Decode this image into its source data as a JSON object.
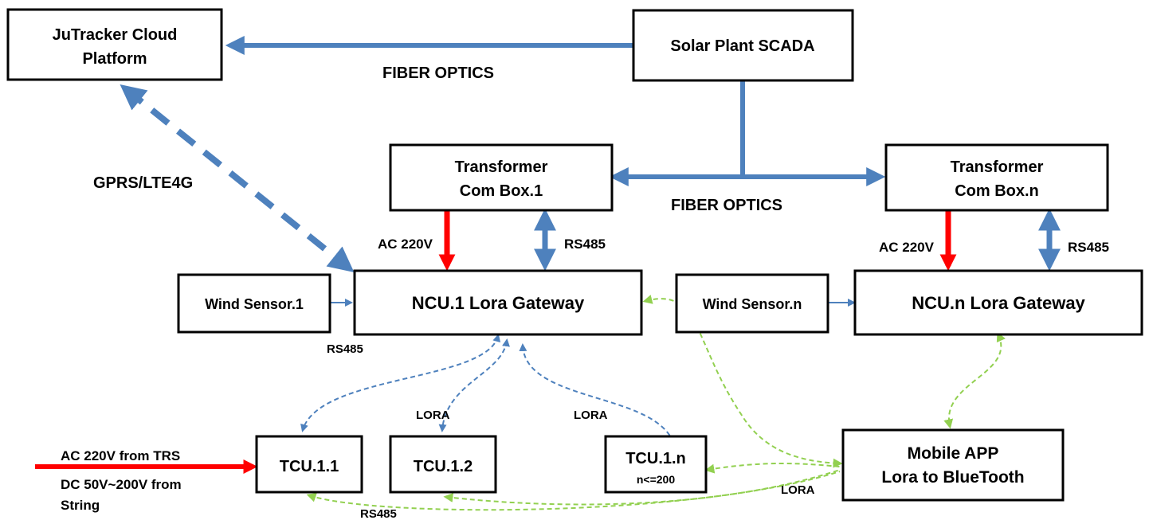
{
  "colors": {
    "fiber": "#4e81bd",
    "power": "#ff0000",
    "lora_gateway": "#4e81bd",
    "lora_mobile": "#92d050",
    "border": "#000000"
  },
  "nodes": {
    "cloud": {
      "line1": "JuTracker Cloud",
      "line2": "Platform"
    },
    "scada": {
      "line1": "Solar Plant SCADA"
    },
    "tcb1": {
      "line1": "Transformer",
      "line2": "Com Box.1"
    },
    "tcbn": {
      "line1": "Transformer",
      "line2": "Com Box.n"
    },
    "wind1": {
      "line1": "Wind Sensor.1"
    },
    "ncu1": {
      "line1": "NCU.1 Lora Gateway"
    },
    "windn": {
      "line1": "Wind Sensor.n"
    },
    "ncun": {
      "line1": "NCU.n Lora Gateway"
    },
    "tcu11": {
      "line1": "TCU.1.1"
    },
    "tcu12": {
      "line1": "TCU.1.2"
    },
    "tcu1n": {
      "line1": "TCU.1.n",
      "line2": "n<=200"
    },
    "mobile": {
      "line1": "Mobile APP",
      "line2": "Lora to BlueTooth"
    }
  },
  "labels": {
    "fiber_top": "FIBER OPTICS",
    "fiber_mid": "FIBER OPTICS",
    "gprs": "GPRS/LTE4G",
    "ac1": "AC 220V",
    "rs485_1": "RS485",
    "acn": "AC 220V",
    "rs485_n": "RS485",
    "rs485_wind": "RS485",
    "lora_left": "LORA",
    "lora_right": "LORA",
    "lora_mobile": "LORA",
    "rs485_bottom": "RS485",
    "ac_input": "AC 220V from TRS",
    "dc_input_line1": "DC 50V~200V from",
    "dc_input_line2": "String"
  }
}
